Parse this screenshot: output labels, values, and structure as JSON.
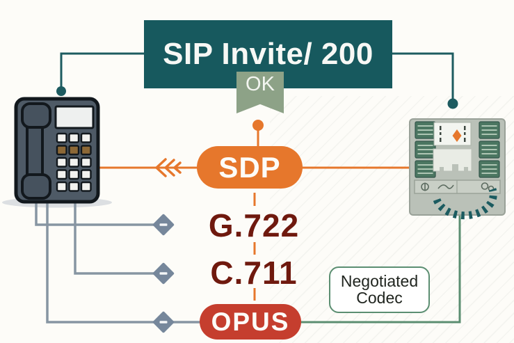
{
  "banner": {
    "label": "SIP Invite/ 200",
    "ribbon": "OK"
  },
  "sdp_pill": {
    "label": "SDP"
  },
  "codecs": {
    "offered": [
      "G.722",
      "C.711"
    ],
    "negotiated": "OPUS"
  },
  "negotiated_box": {
    "line1": "Negotiated",
    "line2": "Codec"
  },
  "colors": {
    "banner_teal": "#17595e",
    "connector_teal": "#1d5b60",
    "ribbon_sage": "#8da287",
    "orange": "#e6772c",
    "opus_red": "#c53e2e",
    "codec_maroon": "#6f190e",
    "connector_gray": "#8795a2",
    "diamond_slate": "#76879b",
    "connector_green": "#5b8e71"
  },
  "icons": {
    "left_device": "desk-phone-icon",
    "right_device": "pbx-panel-icon",
    "cord": "coiled-cord-icon",
    "line_end": "diamond-connector-icon",
    "arrow": "triple-chevron-left-icon"
  }
}
